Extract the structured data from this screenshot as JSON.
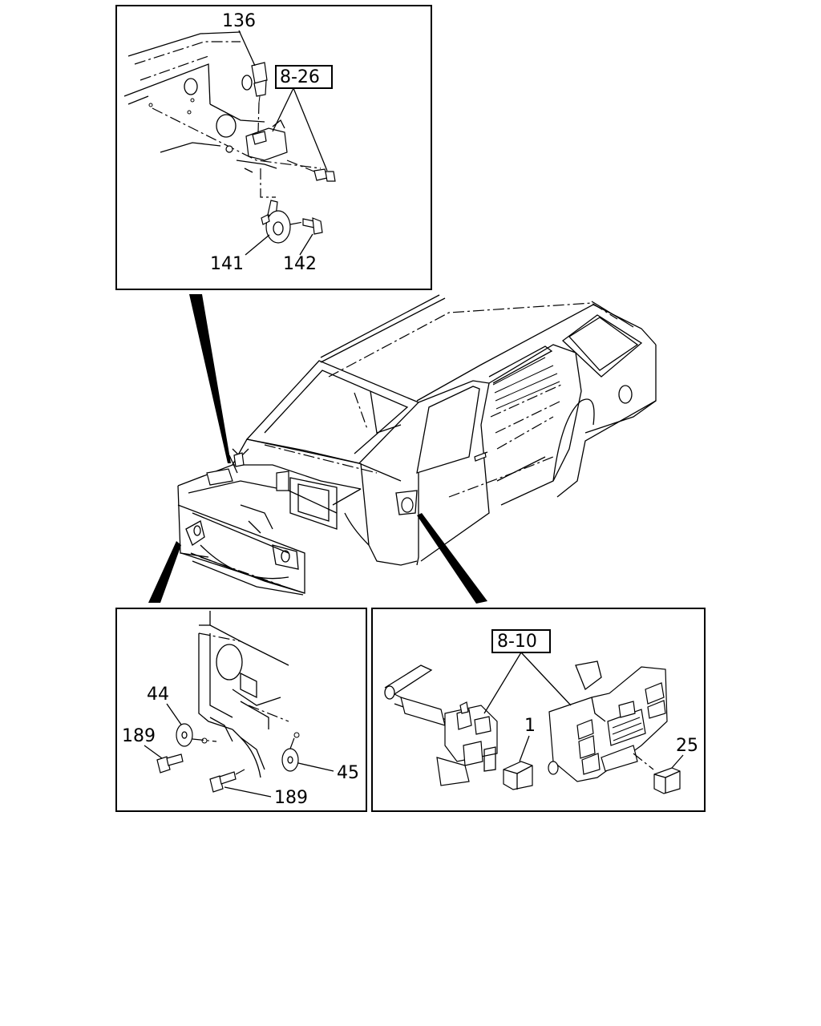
{
  "panels": {
    "horn_detail": {
      "labels": {
        "part_136": "136",
        "ref_8_26": "8-26",
        "part_141": "141",
        "part_142": "142"
      }
    },
    "front_bracket_detail": {
      "labels": {
        "part_44": "44",
        "part_189_a": "189",
        "part_45": "45",
        "part_189_b": "189"
      }
    },
    "relay_box_detail": {
      "labels": {
        "ref_8_10": "8-10",
        "part_1": "1",
        "part_25": "25"
      }
    }
  }
}
